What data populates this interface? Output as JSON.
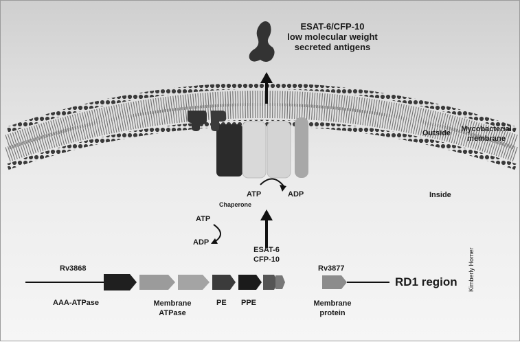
{
  "secreted": {
    "line1": "ESAT-6/CFP-10",
    "line2": "low molecular weight",
    "line3": "secreted antigens"
  },
  "membrane": {
    "outside": "Outside",
    "inside": "Inside",
    "name_line1": "Mycobacterial",
    "name_line2": "membrane"
  },
  "reaction1": {
    "atp": "ATP",
    "adp": "ADP",
    "chaperone": "Chaperone"
  },
  "reaction2": {
    "atp": "ATP",
    "adp": "ADP"
  },
  "genes": {
    "rv3868": "Rv3868",
    "rv3877": "Rv3877",
    "esat_line1": "ESAT-6",
    "esat_line2": "CFP-10",
    "region": "RD1 region",
    "aaa": "AAA-ATPase",
    "membrane_atpase_line1": "Membrane",
    "membrane_atpase_line2": "ATPase",
    "pe": "PE",
    "ppe": "PPE",
    "membrane_protein_line1": "Membrane",
    "membrane_protein_line2": "protein"
  },
  "credit": "Kimberly Homer"
}
